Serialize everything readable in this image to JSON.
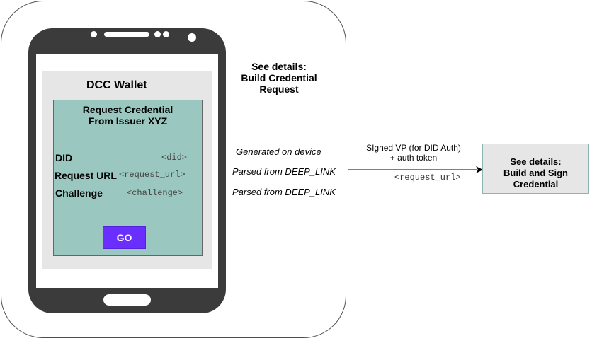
{
  "wallet": {
    "title": "DCC Wallet",
    "card_title_line1": "Request Credential",
    "card_title_line2": "From Issuer XYZ",
    "fields": [
      {
        "label": "DID",
        "value": "<did>"
      },
      {
        "label": "Request URL",
        "value": "<request_url>"
      },
      {
        "label": "Challenge",
        "value": "<challenge>"
      }
    ],
    "go_label": "GO"
  },
  "annotations": {
    "details_line1": "See details:",
    "details_line2": "Build Credential",
    "details_line3": "Request",
    "generated": "Generated on device",
    "parsed1": "Parsed from DEEP_LINK",
    "parsed2": "Parsed from DEEP_LINK"
  },
  "arrow": {
    "label_line1": "SIgned VP (for DID Auth)",
    "label_line2": "+ auth token",
    "sub_label": "<request_url>"
  },
  "target_box": {
    "line1": "See details:",
    "line2": "Build and Sign",
    "line3": "Credential"
  }
}
